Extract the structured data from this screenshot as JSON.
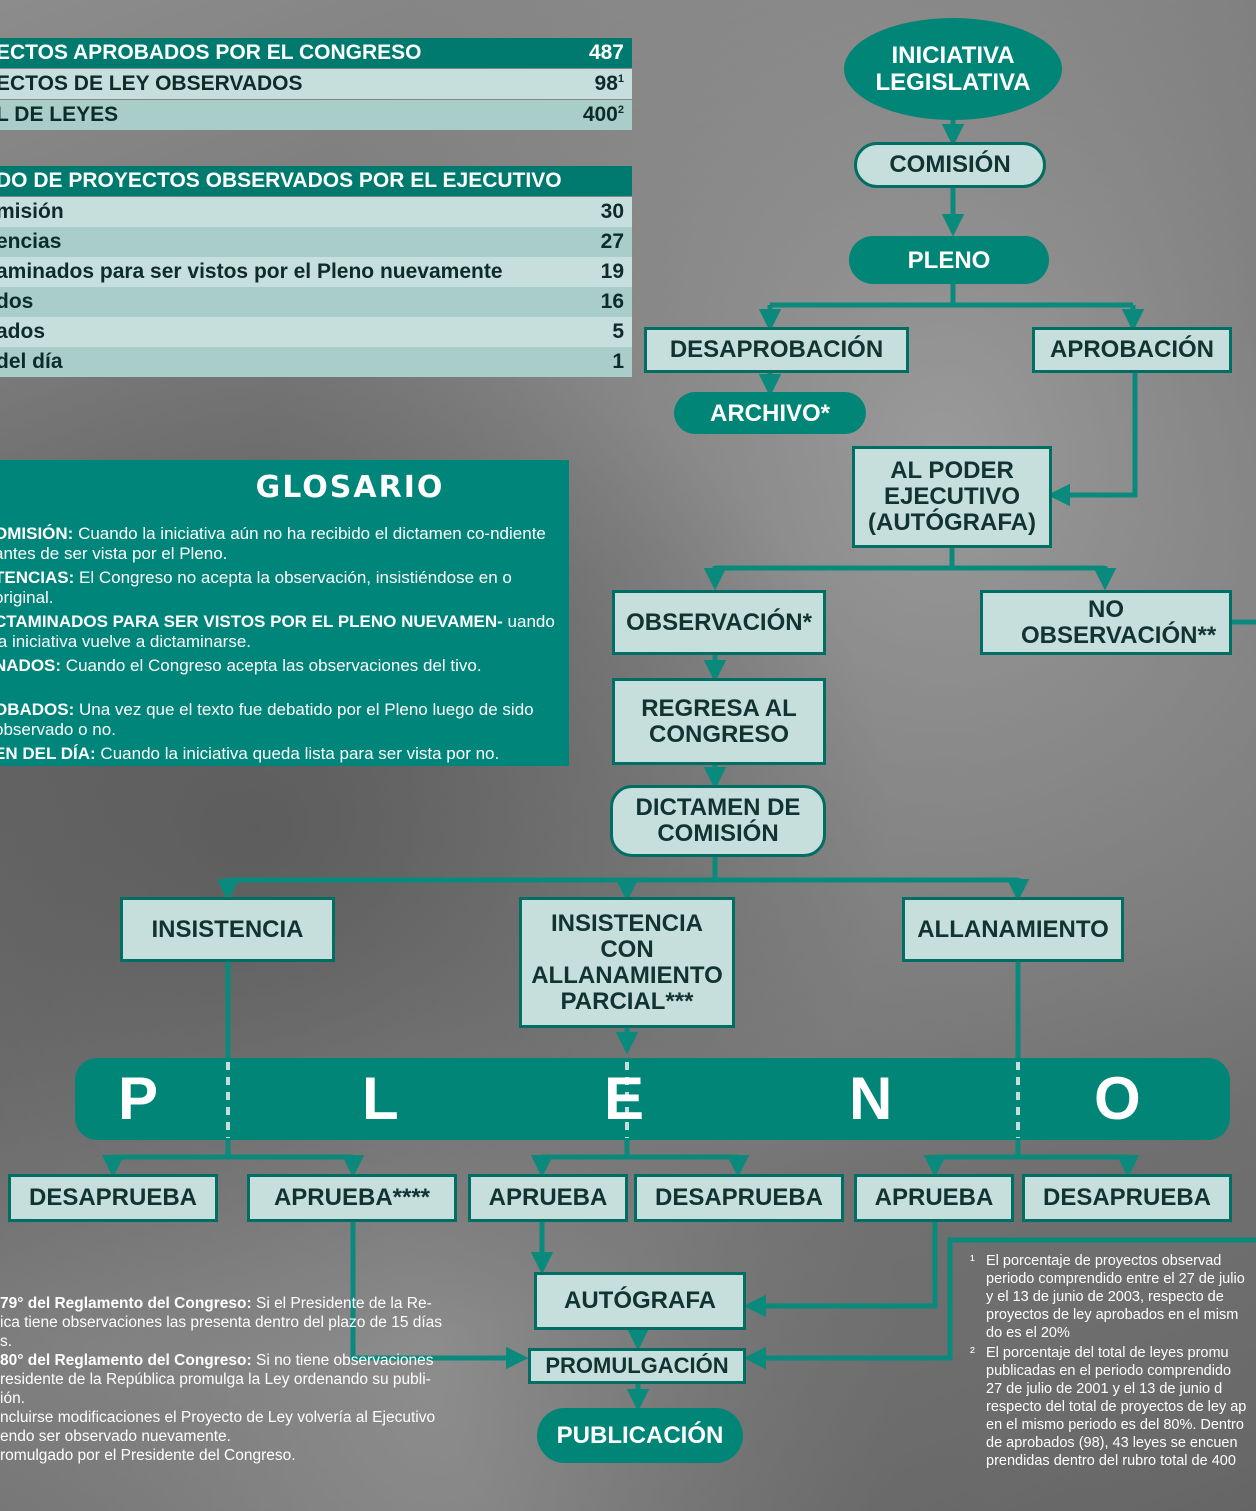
{
  "summary_table": [
    {
      "label": "ECTOS APROBADOS POR EL CONGRESO",
      "value": "487",
      "sup": ""
    },
    {
      "label": "ECTOS DE LEY OBSERVADOS",
      "value": "98",
      "sup": "1"
    },
    {
      "label": "L DE LEYES",
      "value": "400",
      "sup": "2"
    }
  ],
  "observed_table": {
    "header": "DO DE PROYECTOS OBSERVADOS POR EL EJECUTIVO",
    "rows": [
      {
        "label": "misión",
        "value": "30"
      },
      {
        "label": "encias",
        "value": "27"
      },
      {
        "label": "aminados para ser vistos por el Pleno nuevamente",
        "value": "19"
      },
      {
        "label": "dos",
        "value": "16"
      },
      {
        "label": "ados",
        "value": "5"
      },
      {
        "label": " del día",
        "value": "1"
      }
    ]
  },
  "glossary": {
    "title": "GLOSARIO",
    "items": [
      {
        "term": "OMISIÓN:",
        "text": " Cuando la iniciativa aún no ha recibido el dictamen co-ndiente antes de ser vista por el Pleno."
      },
      {
        "term": "TENCIAS:",
        "text": " El Congreso no acepta la observación, insistiéndose en o original."
      },
      {
        "term": "CTAMINADOS PARA SER VISTOS POR EL PLENO NUEVAMEN-",
        "text": "uando la iniciativa vuelve a dictaminarse."
      },
      {
        "term": "NADOS:",
        "text": " Cuando el Congreso acepta las observaciones del tivo."
      },
      {
        "term": "OBADOS:",
        "text": " Una vez que el texto fue debatido por el Pleno luego de sido observado o no."
      },
      {
        "term": "EN DEL DÍA:",
        "text": " Cuando la iniciativa queda lista para ser vista por no."
      }
    ]
  },
  "flow": {
    "iniciativa": "INICIATIVA LEGISLATIVA",
    "comision": "COMISIÓN",
    "pleno": "PLENO",
    "desaprobacion": "DESAPROBACIÓN",
    "aprobacion": "APROBACIÓN",
    "archivo": "ARCHIVO*",
    "poder_ejecutivo": "AL PODER EJECUTIVO (AUTÓGRAFA)",
    "observacion": "OBSERVACIÓN*",
    "no_observacion": "NO OBSERVACIÓN**",
    "regresa": "REGRESA AL CONGRESO",
    "dictamen": "DICTAMEN DE COMISIÓN",
    "insistencia": "INSISTENCIA",
    "insistencia_parcial": "INSISTENCIA CON ALLANAMIENTO PARCIAL***",
    "allanamiento": "ALLANAMIENTO",
    "pleno_letters": [
      "P",
      "L",
      "E",
      "N",
      "O"
    ],
    "desaprueba": "DESAPRUEBA",
    "aprueba_star": "APRUEBA****",
    "aprueba": "APRUEBA",
    "autografa": "AUTÓGRAFA",
    "promulgacion": "PROMULGACIÓN",
    "publicacion": "PUBLICACIÓN"
  },
  "footnotes_left": [
    {
      "bold": "79° del Reglamento del Congreso:",
      "text": " Si el Presidente de la Re-"
    },
    {
      "bold": "",
      "text": "ica tiene observaciones las presenta dentro del plazo de 15 días"
    },
    {
      "bold": "",
      "text": "s."
    },
    {
      "bold": "80° del Reglamento del Congreso:",
      "text": " Si no tiene observaciones"
    },
    {
      "bold": "",
      "text": "residente de la República promulga la Ley ordenando su publi-"
    },
    {
      "bold": "",
      "text": "ión."
    },
    {
      "bold": "",
      "text": "ncluirse modificaciones el Proyecto de Ley volvería al Ejecutivo"
    },
    {
      "bold": "",
      "text": "endo ser observado nuevamente."
    },
    {
      "bold": "",
      "text": "romulgado por el Presidente del Congreso."
    }
  ],
  "footnotes_right": [
    {
      "mark": "¹",
      "lines": [
        "El porcentaje de proyectos observad",
        "periodo comprendido entre el 27 de julio",
        "y el 13 de junio de 2003, respecto de",
        "proyectos de ley aprobados en el mism",
        "do es el 20%"
      ]
    },
    {
      "mark": "²",
      "lines": [
        "El porcentaje del total de leyes promu",
        "publicadas en el periodo comprendido",
        "27 de julio de 2001 y el 13 de junio d",
        "respecto del total de proyectos de ley ap",
        "en el mismo periodo es del 80%. Dentro",
        "de aprobados (98), 43 leyes se encuen",
        "prendidas dentro del rubro total de 400"
      ]
    }
  ],
  "colors": {
    "teal": "#008577",
    "light": "#c7dfdc",
    "line": "#0a8a7d"
  }
}
